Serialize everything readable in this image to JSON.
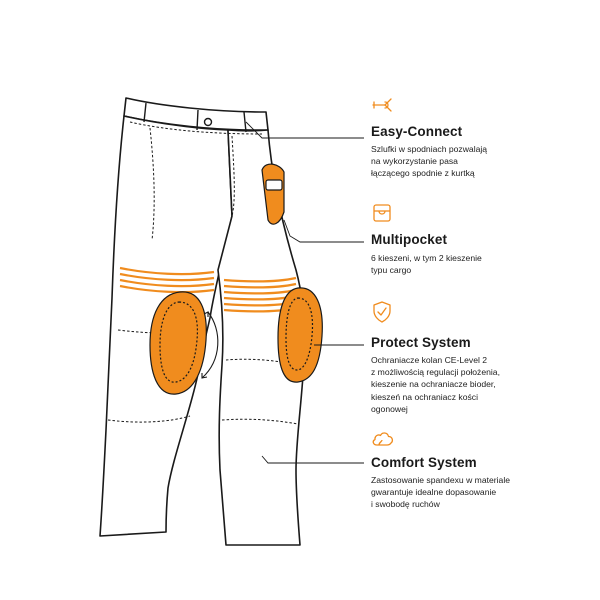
{
  "accent_color": "#f08c1e",
  "outline_color": "#1a1a1a",
  "features": [
    {
      "title": "Easy-Connect",
      "icon": "belt-loop-icon",
      "description": "Szlufki w spodniach pozwalają\nna wykorzystanie pasa\nłączącego spodnie z kurtką"
    },
    {
      "title": "Multipocket",
      "icon": "pocket-icon",
      "description": "6 kieszeni, w tym 2 kieszenie\ntypu cargo"
    },
    {
      "title": "Protect System",
      "icon": "shield-check-icon",
      "description": "Ochraniacze kolan CE-Level 2\nz możliwością regulacji położenia,\nkieszenie na ochraniacze bioder,\nkieszeń na ochraniacz kości\nogonowej"
    },
    {
      "title": "Comfort System",
      "icon": "cloud-icon",
      "description": "Zastosowanie spandexu w materiale\ngwarantuje idealne dopasowanie\ni swobodę ruchów"
    }
  ]
}
